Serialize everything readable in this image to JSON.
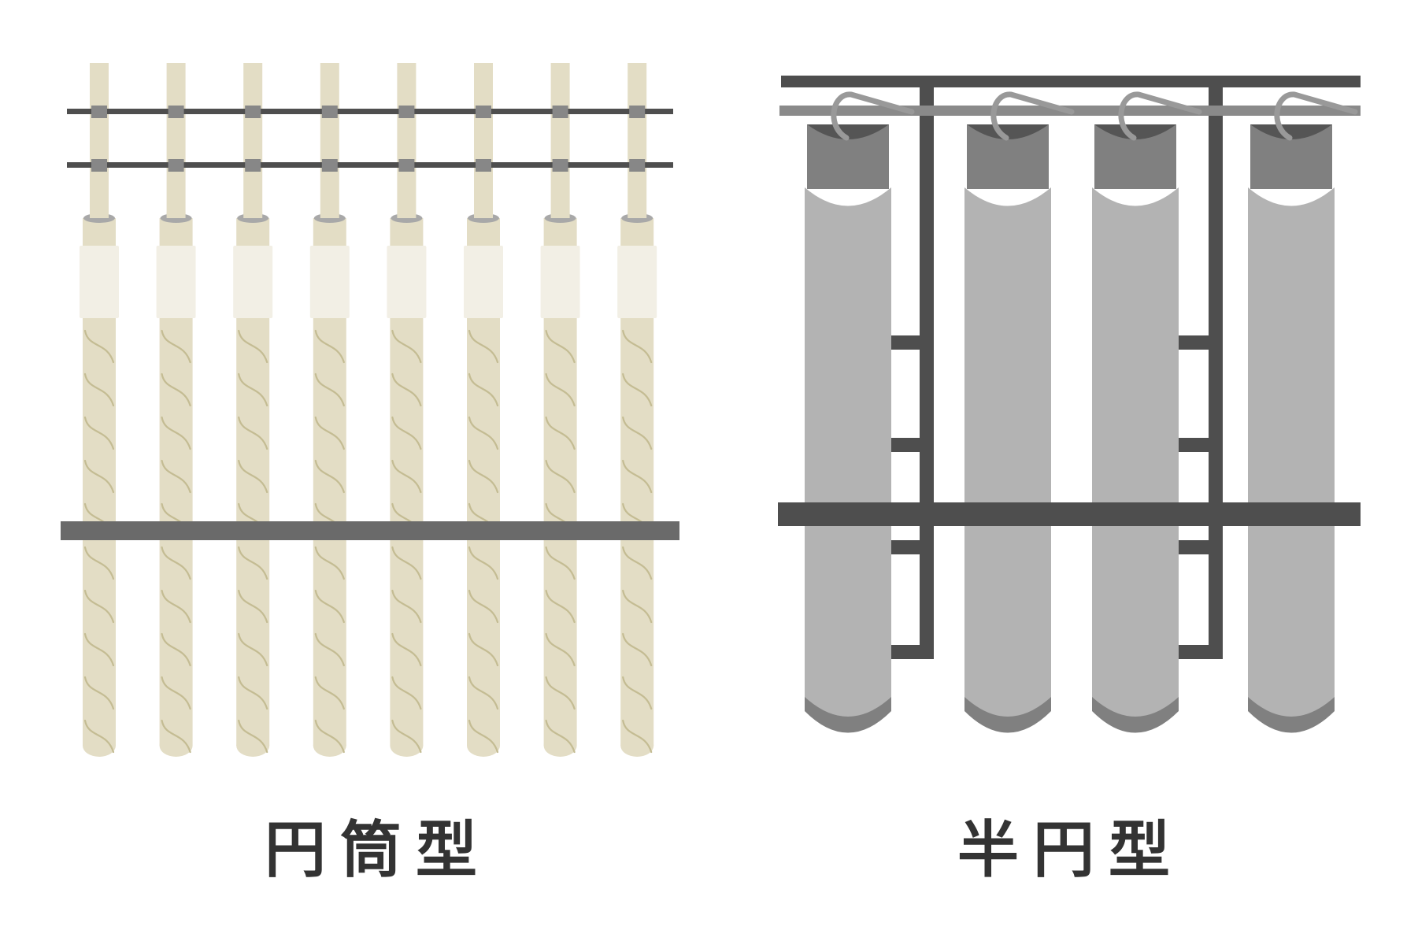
{
  "left_panel": {
    "caption": "円筒型",
    "rod_count": 8,
    "colors": {
      "rod": "#e3ddc5",
      "sleeve": "#f2efe5",
      "twist": "#c4bc93",
      "clamp": "#878787",
      "wire": "#4e4e4e",
      "bar": "#6a6a6a",
      "cap": "#a8a8a8"
    }
  },
  "right_panel": {
    "caption": "半円型",
    "element_count": 4,
    "colors": {
      "body": "#b3b3b3",
      "top": "#808080",
      "rim": "#555555",
      "frame": "#4e4e4e",
      "rail": "#8a8a8a",
      "hook": "#999999"
    }
  }
}
